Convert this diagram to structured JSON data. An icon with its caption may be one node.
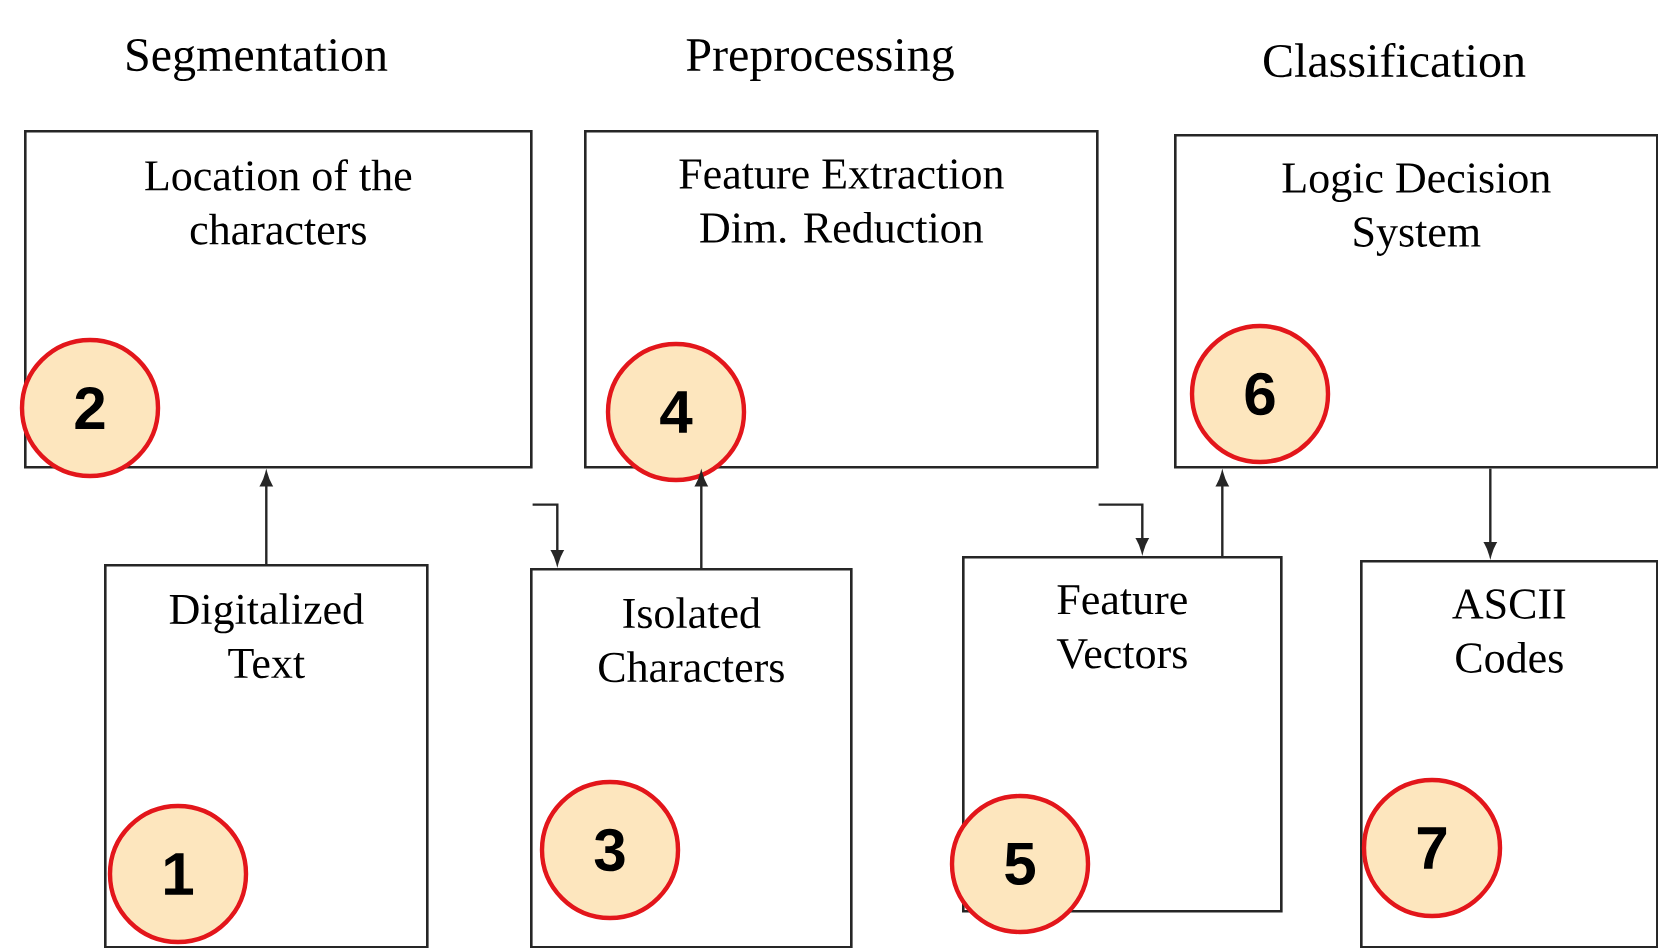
{
  "diagram": {
    "nodes": [
      {
        "text": [
          "Segmentation",
          "Location of the characters"
        ]
      },
      {
        "text": [
          "Preprocessing",
          "Feature Extraction Dim. Reduction"
        ]
      },
      {
        "text": [
          "Classification",
          "Logic Decision System"
        ]
      },
      {
        "text": [
          "Digitalized Text"
        ]
      },
      {
        "text": [
          "Isolated Characters"
        ]
      },
      {
        "text": [
          "Feature Vectors"
        ]
      },
      {
        "text": [
          "ASCII Codes"
        ]
      },
      {
        "text": [
          "1"
        ],
        "in": 3
      },
      {
        "text": [
          "2"
        ]
      },
      {
        "text": [
          "3"
        ],
        "in": 4
      },
      {
        "text": [
          "4"
        ]
      },
      {
        "text": [
          "5"
        ]
      },
      {
        "text": [
          "6"
        ],
        "in": 2
      },
      {
        "text": [
          "7"
        ],
        "in": 6
      }
    ],
    "edges": [
      {
        "from": 3,
        "to": 0,
        "arrow": "to"
      },
      {
        "from": 0,
        "to": 4,
        "arrow": "to"
      },
      {
        "from": 4,
        "to": 1,
        "arrow": "to"
      },
      {
        "from": 1,
        "to": 5,
        "arrow": "to"
      },
      {
        "from": 5,
        "to": 2,
        "arrow": "to"
      },
      {
        "from": 2,
        "to": 6,
        "arrow": "to"
      }
    ]
  }
}
